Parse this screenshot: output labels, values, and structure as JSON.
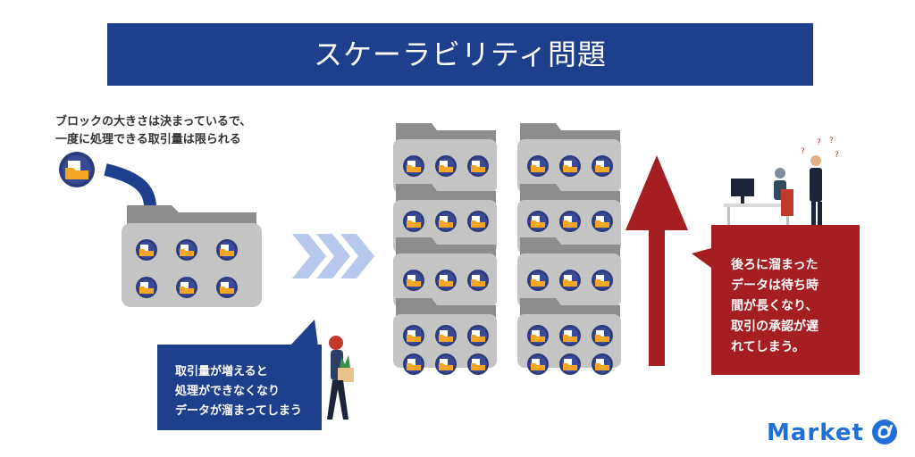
{
  "title": "スケーラビリティ問題",
  "note": {
    "line1": "ブロックの大きさは決まっているで、",
    "line2": "一度に処理できる取引量は限られる"
  },
  "blue_callout": {
    "line1": "取引量が増えると",
    "line2": "処理ができなくなり",
    "line3": "データが溜まってしまう"
  },
  "red_callout": {
    "line1": "後ろに溜まった",
    "line2": "データは待ち時",
    "line3": "間が長くなり、",
    "line4": "取引の承認が遅",
    "line5": "れてしまう。"
  },
  "logo": "Market",
  "colors": {
    "banner": "#1e3f8c",
    "blue_callout": "#1e3f8c",
    "red_callout": "#a51e22",
    "folder": "#c4c4c4",
    "chevrons": "#b7c8ec",
    "logo": "#1f6fd6"
  }
}
